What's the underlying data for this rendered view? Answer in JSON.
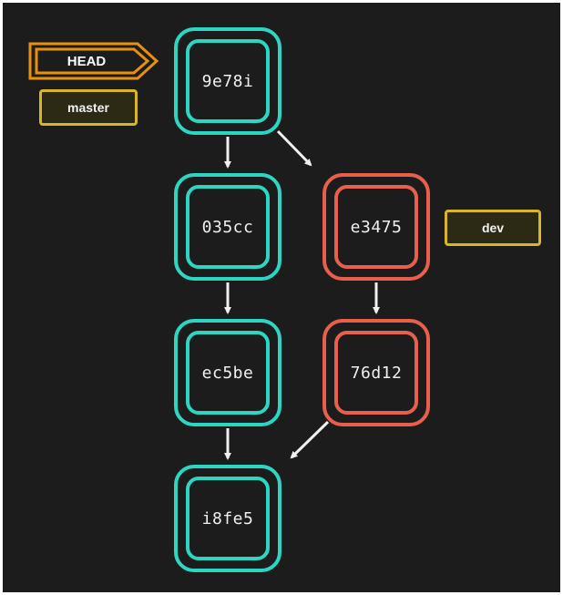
{
  "commits": [
    {
      "id": "9e78i",
      "branch_color": "#2cd6c2"
    },
    {
      "id": "035cc",
      "branch_color": "#2cd6c2"
    },
    {
      "id": "ec5be",
      "branch_color": "#2cd6c2"
    },
    {
      "id": "i8fe5",
      "branch_color": "#2cd6c2"
    },
    {
      "id": "e3475",
      "branch_color": "#e8604c"
    },
    {
      "id": "76d12",
      "branch_color": "#e8604c"
    }
  ],
  "refs": {
    "head": "HEAD",
    "master": "master",
    "dev": "dev"
  },
  "colors": {
    "background": "#1c1c1c",
    "master_branch": "#2cd6c2",
    "dev_branch": "#e8604c",
    "head_pointer": "#e8900c",
    "branch_label": "#d6b728",
    "arrow": "#f0f0f0"
  }
}
